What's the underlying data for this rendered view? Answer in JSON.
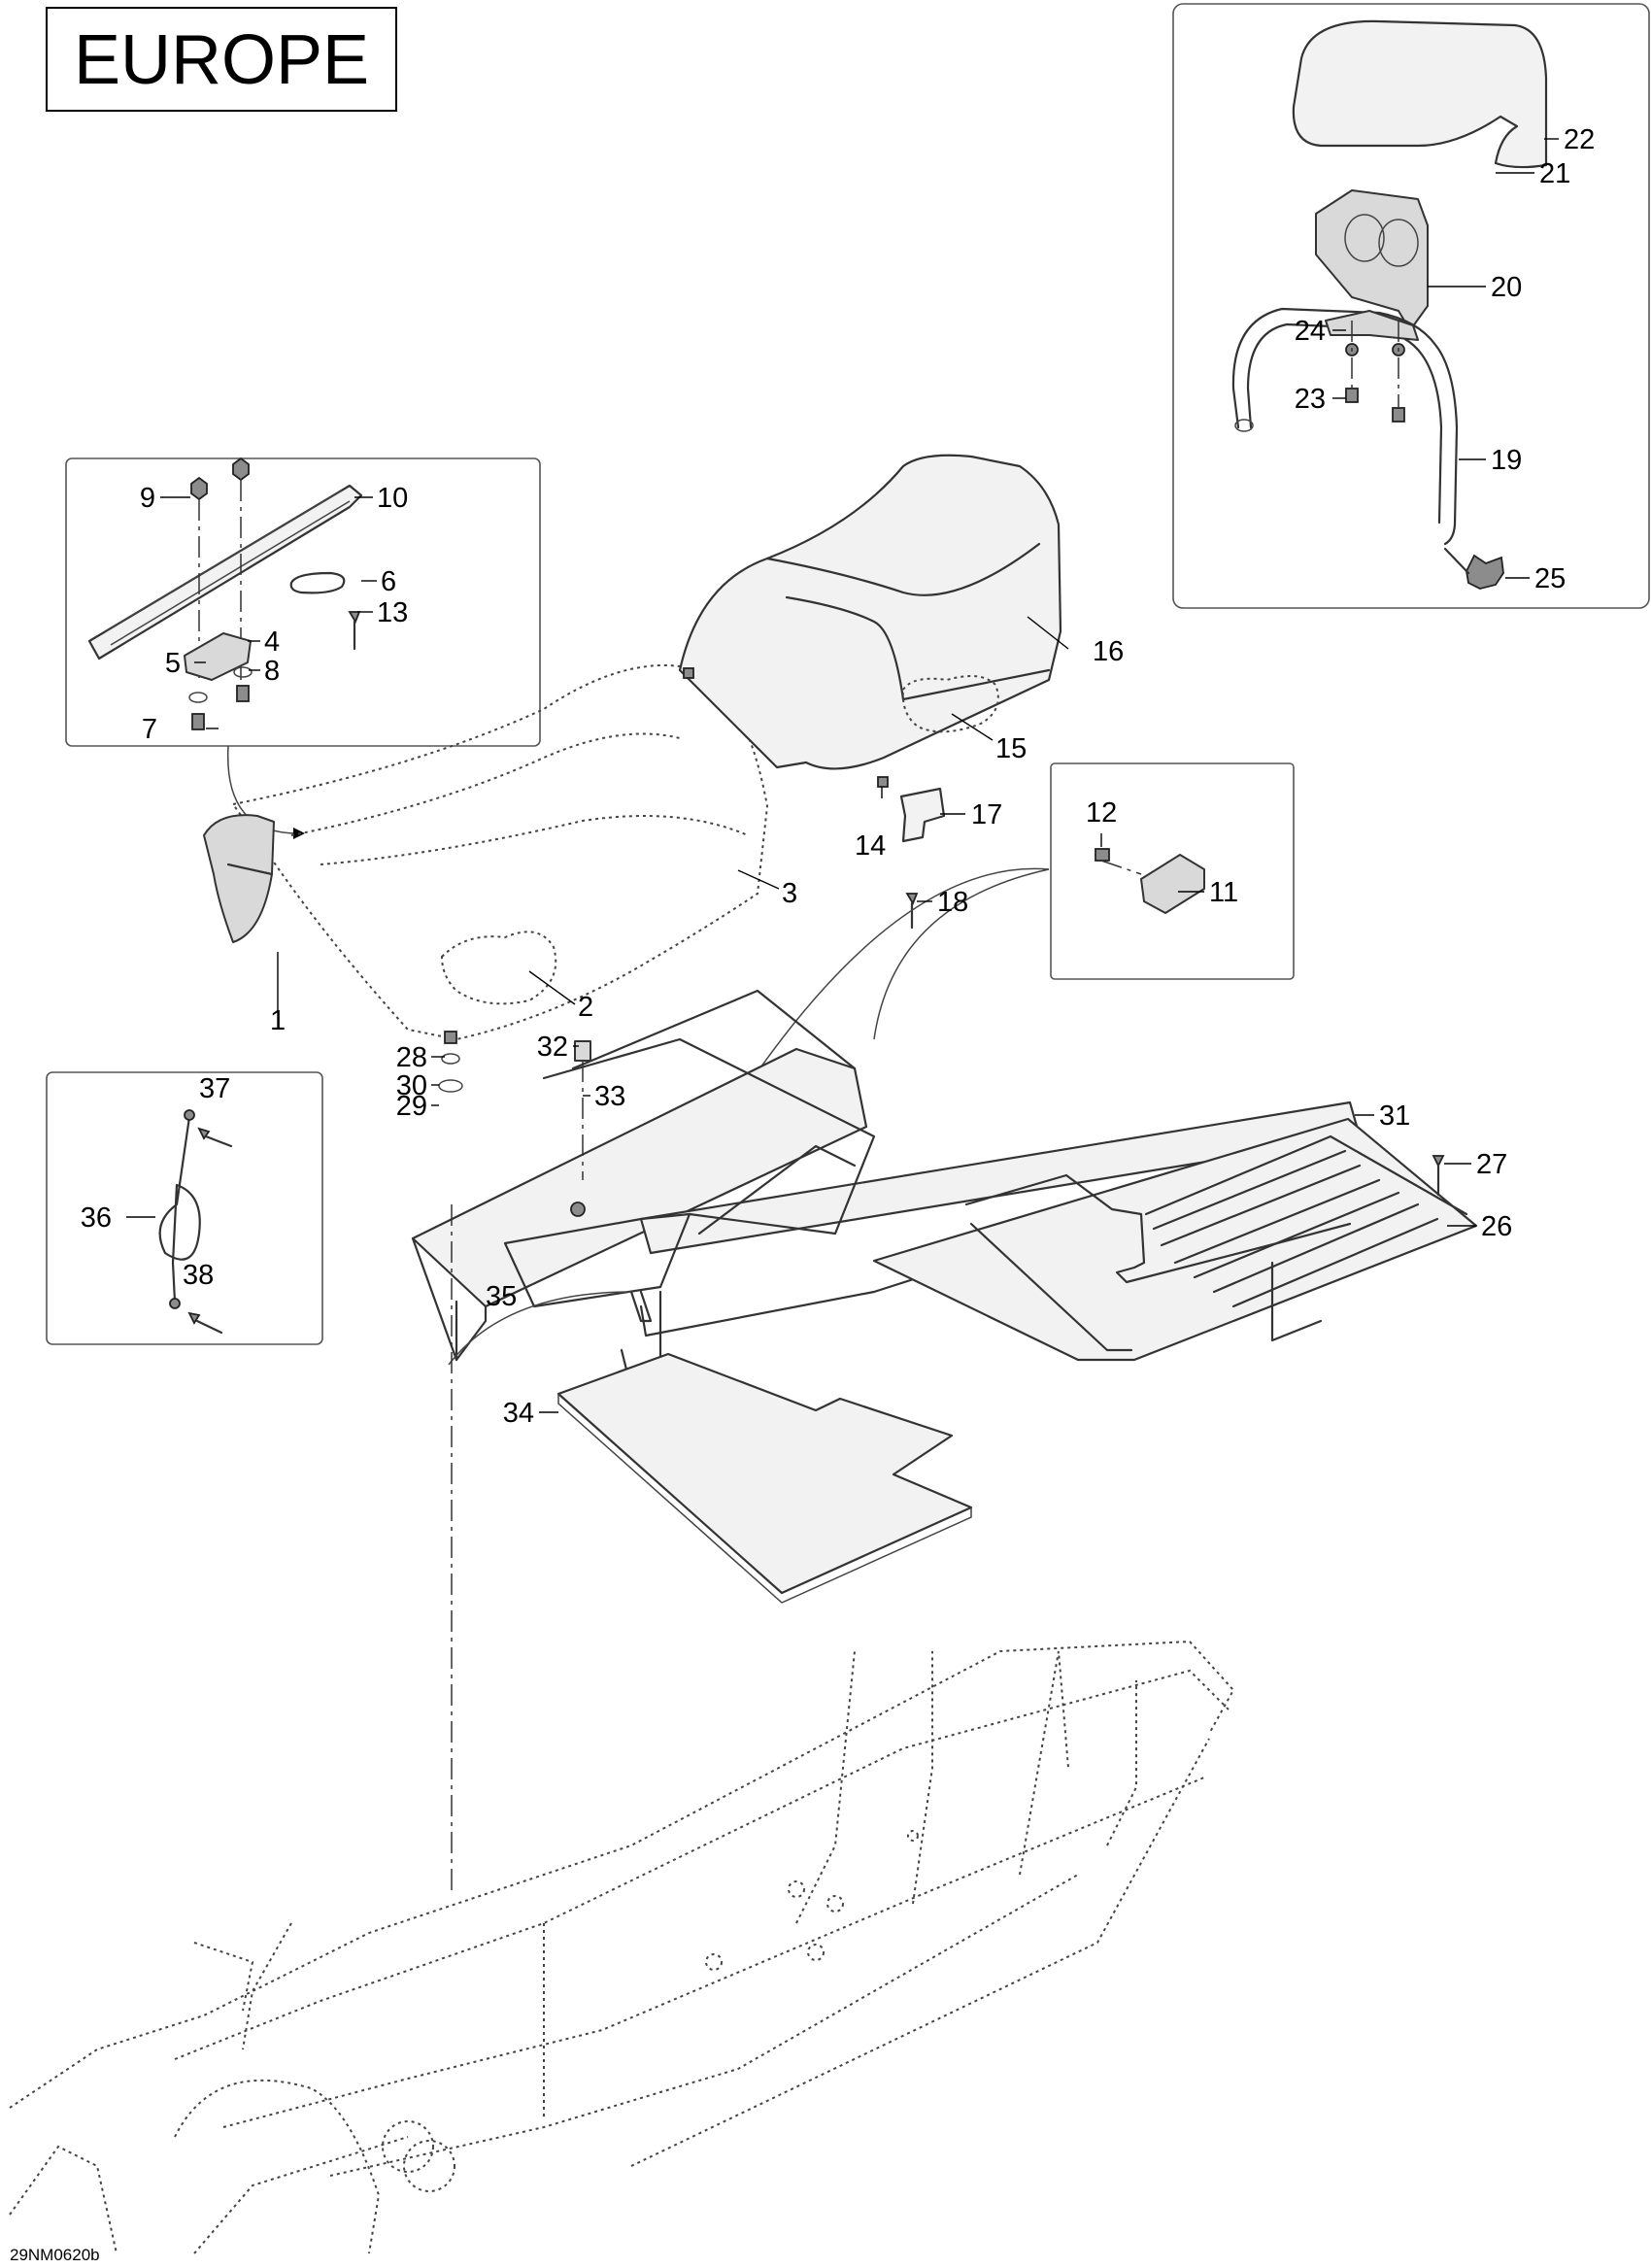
{
  "title": "EUROPE",
  "drawing_ref": "29NM0620b",
  "callouts": [
    "1",
    "2",
    "3",
    "4",
    "5",
    "6",
    "7",
    "8",
    "9",
    "10",
    "11",
    "12",
    "13",
    "14",
    "15",
    "16",
    "17",
    "18",
    "19",
    "20",
    "21",
    "22",
    "23",
    "24",
    "25",
    "26",
    "27",
    "28",
    "29",
    "30",
    "31",
    "32",
    "33",
    "34",
    "35",
    "36",
    "37",
    "38"
  ]
}
